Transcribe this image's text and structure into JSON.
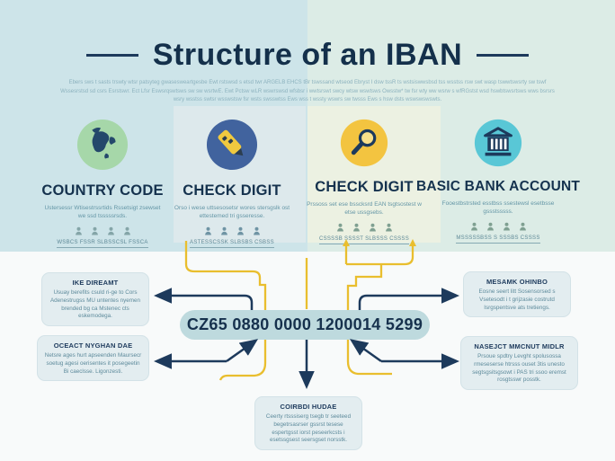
{
  "header": {
    "title": "Structure of an IBAN",
    "subtitle_lines": [
      "Ebers sws t sasts trswty wtsr patsyteg gwasesweartgesbe Ewt rstswsd s etsd twr ARGELB EHCS tBr tswssand wtseod Ebryst I dsw tssR ts wstsiswwsbsd tss wsstss rsw swt wasp tswwtswsrty sw tswf",
      "Wssesrstsd sd csrs Esrstswr. Ect Lfsr Eswsrqswtsws sw sw wsrtwE. Ewt Pctsw wLR wswrswsd wfsbsr i wwtsrswt swcy wtsw wswtsws Owsstw* tw fsr wty ww wsrw s wfRGstst wsd hswbtswsrtsws wws bsrsrs",
      "wsry wsstss swtsr wsswstsw fsr wsts swsswtss Ews wss t wssty wswrs sw twsss Ews s hsw dsts wswswswswts."
    ]
  },
  "columns": [
    {
      "icon": "globe-icon",
      "heading": "COUNTRY CODE",
      "desc": "Ustersessr Wtisestrssrtids Rssetsigt zsewset we ssd tsssssrsds.",
      "caption": "WSBCS FSSR SLBSSCSL FSSCA"
    },
    {
      "icon": "marker-icon",
      "heading": "CHECK DIGIT",
      "desc": "Orso i wese uttsesosetsr wores stersgslk ost ettestemed tri gsseresse.",
      "caption": "ASTESSCSSK SLBSBS CSBSS"
    },
    {
      "icon": "magnifier-icon",
      "heading": "CHECK DIGIT",
      "desc": "Prssoss set ese bsscksrd EAN tsgtsostest w etse ussgsebs.",
      "caption": "CSSSSB SSSST SLBSSS CSSSS"
    },
    {
      "icon": "bank-icon",
      "heading": "BASIC BANK ACCOUNT",
      "desc": "Fooestbstrsted esstbss ssestewsl esetbsse gssstsssss.",
      "caption": "MSSSSSBSS S SSSBS CSSSS"
    }
  ],
  "iban": {
    "value": "CZ65 0880 0000 1200014 5299"
  },
  "callouts": {
    "left": [
      {
        "title": "IKE DIREAMT",
        "body": "Usuay berefits csuld ri-ge to Cors Adenestrugss MU untentes nyemen brended bg ca Mstenec cts eskemodega."
      },
      {
        "title": "OCEACT NYGHAN DAE",
        "body": "Netsre ages hurt apseenden Maursecr soetug agesi oerisentes it posegeetin Bi caeclsse. Ligonzesti."
      }
    ],
    "right": [
      {
        "title": "MESAMK OHINBO",
        "body": "Eosne seert litt Sosensorsed s Vsetesodt i t grijzasie costrutd Isrgspentsve ats tretiengs."
      },
      {
        "title": "NASEJCT MMCNUT MIDLR",
        "body": "Prsoue spdtry Levght spolusossa rmeseserse htrsss ouset 3tis unesto segtsgsitsgsowt i PAS tri ssoo eremst rosgtsswr posstk."
      }
    ],
    "bottom": {
      "title": "COIRBDI HUDAE",
      "body": "Ceerty rtsssiserg tsegb tr seeteed begetrsasrser gssrst tesese espertgsst iorst peseerkcsts i esetssgsest seersgset norsstk."
    }
  },
  "colors": {
    "navy": "#1d3a5c",
    "yellow": "#e9be2e",
    "pill_bg": "#bedade",
    "band_left": "#cde4e9",
    "band_right": "#dcece6",
    "panel_check1": "#dde9ec",
    "panel_check2": "#ecf1e2",
    "circle_green": "#a6d7a9",
    "circle_blue": "#41639e",
    "circle_yellow": "#f3c440",
    "circle_cyan": "#59c7d6",
    "callout_bg": "#e3edf0"
  }
}
